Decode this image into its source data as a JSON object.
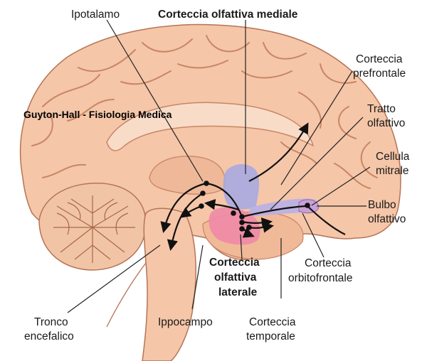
{
  "watermark": "Guyton-Hall - Fisiologia Medica",
  "labels": {
    "ipotalamo": "Ipotalamo",
    "corteccia_olfattiva_mediale": "Corteccia olfattiva mediale",
    "corteccia_prefrontale": [
      "Corteccia",
      "prefrontale"
    ],
    "tratto_olfattivo": [
      "Tratto",
      "olfattivo"
    ],
    "cellula_mitrale": [
      "Cellula",
      "mitrale"
    ],
    "bulbo_olfattivo": [
      "Bulbo",
      "olfattivo"
    ],
    "corteccia_orbitofrontale": [
      "Corteccia",
      "orbitofrontale"
    ],
    "corteccia_olfattiva_laterale": [
      "Corteccia",
      "olfattiva",
      "laterale"
    ],
    "corteccia_temporale": [
      "Corteccia",
      "temporale"
    ],
    "ippocampo": "Ippocampo",
    "tronco_encefalico": [
      "Tronco",
      "encefalico"
    ]
  },
  "colors": {
    "brain_fill": "#f5c6a8",
    "brain_dark": "#e8a887",
    "gyri_line": "#c98566",
    "medial_region": "#a9a9e0",
    "lateral_region": "#f08aa6",
    "outline": "#b57456",
    "cerebellum": "#f2c4a6",
    "pathway": "#111111"
  }
}
